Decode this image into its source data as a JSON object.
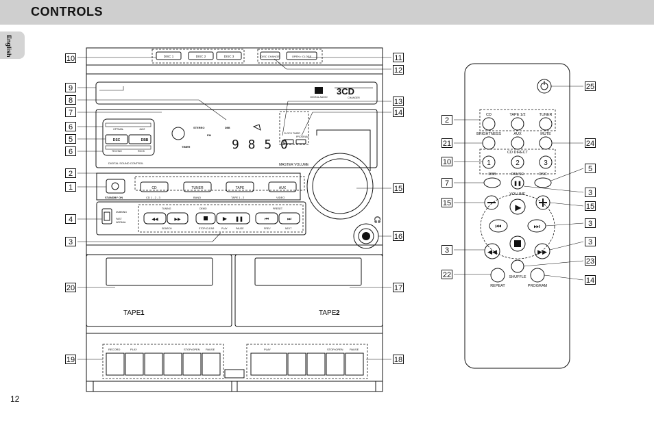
{
  "header": {
    "title": "CONTROLS"
  },
  "language_tab": {
    "label": "English"
  },
  "page_number": "12",
  "main_unit": {
    "disc_buttons": [
      "DISC 1",
      "DISC 2",
      "DISC 3"
    ],
    "disc_change": "DISC CHANGE",
    "open_close": "OPEN • CLOSE",
    "logo_3cd": "3CD",
    "logo_changer": "CHANGER",
    "compact_disc_logo": "DIGITAL AUDIO",
    "sound_labels": {
      "optimal": "OPTIMAL",
      "jazz": "JAZZ",
      "dsc": "DSC",
      "dbb": "DBB",
      "techno": "TECHNO",
      "rock": "ROCK"
    },
    "digital_sound_control": "DIGITAL SOUND CONTROL",
    "display": {
      "stereo": "STEREO",
      "fm": "FM",
      "timer": "TIMER",
      "dbb": "DBB",
      "digits": "9 8 5 0"
    },
    "clock_timer": "CLOCK TIMER",
    "program": "PROGRAM",
    "master_volume": "MASTER VOLUME",
    "source_buttons": [
      {
        "label": "CD",
        "sub": "CD 1 - 2 - 3"
      },
      {
        "label": "TUNER",
        "sub": "BAND"
      },
      {
        "label": "TAPE",
        "sub": "TAPE 1 - 2"
      },
      {
        "label": "AUX",
        "sub": "VIDEO"
      }
    ],
    "standby_on": "STANDBY ON",
    "dubbing": "DUBBING",
    "fast": "FAST",
    "normal": "NORMAL",
    "tuning": "TUNING",
    "search": "SEARCH",
    "demo": "DEMO",
    "stop_clear": "STOP•CLEAR",
    "play": "PLAY",
    "pause": "PAUSE",
    "preset": "PRESET",
    "prev": "PREV",
    "next": "NEXT",
    "tape1": "TAPE",
    "tape1_num": "1",
    "tape2": "TAPE",
    "tape2_num": "2",
    "deck1_keys": {
      "record": "RECORD",
      "play": "PLAY",
      "stop_open": "STOP•OPEN",
      "pause": "PAUSE"
    },
    "deck2_keys": {
      "play": "PLAY",
      "stop_open": "STOP•OPEN",
      "pause": "PAUSE"
    }
  },
  "remote": {
    "row1": [
      "CD",
      "TAPE 1/2",
      "TUNER"
    ],
    "row2": [
      "BRIGHTNESS",
      "AUX",
      "MUTE"
    ],
    "cd_direct": "CD DIRECT",
    "digits": [
      "1",
      "2",
      "3"
    ],
    "row4": [
      "DBB",
      "PAUSE",
      "DSC"
    ],
    "volume": "VOLUME",
    "shuffle": "SHUFFLE",
    "repeat": "REPEAT",
    "program": "PROGRAM"
  },
  "callouts_left": [
    "10",
    "9",
    "8",
    "7",
    "6",
    "5",
    "6",
    "2",
    "1",
    "4",
    "3",
    "20",
    "19"
  ],
  "callouts_right_unit": [
    "11",
    "12",
    "13",
    "14",
    "15",
    "16",
    "17",
    "18"
  ],
  "callouts_remote_left": [
    "2",
    "21",
    "10",
    "7",
    "15",
    "3",
    "22"
  ],
  "callouts_remote_right": [
    "25",
    "24",
    "5",
    "3",
    "15",
    "3",
    "3",
    "23",
    "14"
  ]
}
